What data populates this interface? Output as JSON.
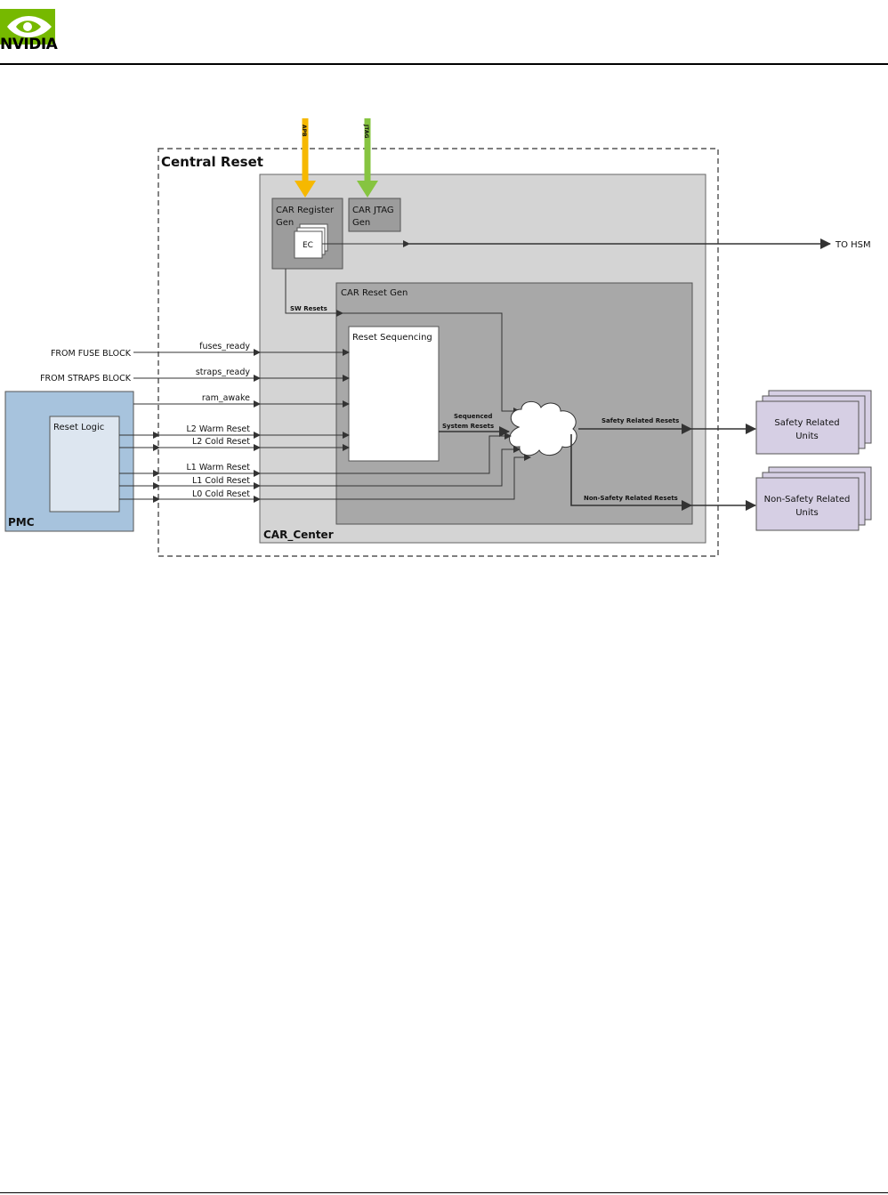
{
  "brand": {
    "logo_text": "NVIDIA"
  },
  "diagram": {
    "outer_title": "Central Reset",
    "car_center_label": "CAR_Center",
    "car_register_gen": "CAR Register Gen",
    "car_register_gen_l1": "CAR Register",
    "car_register_gen_l2": "Gen",
    "car_jtag_gen_l1": "CAR JTAG",
    "car_jtag_gen_l2": "Gen",
    "ec_label": "EC",
    "apb_label": "APB",
    "jtag_label": "JTAG",
    "to_hsm": "TO HSM",
    "sw_resets": "SW Resets",
    "car_reset_gen": "CAR Reset Gen",
    "reset_sequencing": "Reset Sequencing",
    "sequenced_l1": "Sequenced",
    "sequenced_l2": "System Resets",
    "safety_resets": "Safety Related Resets",
    "non_safety_resets": "Non-Safety Related Resets",
    "safety_units_l1": "Safety Related",
    "safety_units_l2": "Units",
    "non_safety_units_l1": "Non-Safety Related",
    "non_safety_units_l2": "Units",
    "from_fuse": "FROM FUSE BLOCK",
    "from_straps": "FROM STRAPS BLOCK",
    "pmc_label": "PMC",
    "reset_logic": "Reset Logic",
    "signals": {
      "fuses_ready": "fuses_ready",
      "straps_ready": "straps_ready",
      "ram_awake": "ram_awake",
      "l2_warm": "L2 Warm Reset",
      "l2_cold": "L2 Cold Reset",
      "l1_warm": "L1 Warm Reset",
      "l1_cold": "L1 Cold Reset",
      "l0_cold": "L0 Cold Reset"
    }
  },
  "colors": {
    "apb_arrow": "#f6b800",
    "jtag_arrow": "#86c440",
    "car_center_fill": "#d4d4d4",
    "reset_gen_fill": "#a8a8a8",
    "register_gen_fill": "#9c9c9c",
    "pmc_fill": "#a7c3dd",
    "reset_logic_fill": "#dde6f0",
    "units_fill": "#d6cfe4",
    "nvidia_green": "#76b900"
  }
}
